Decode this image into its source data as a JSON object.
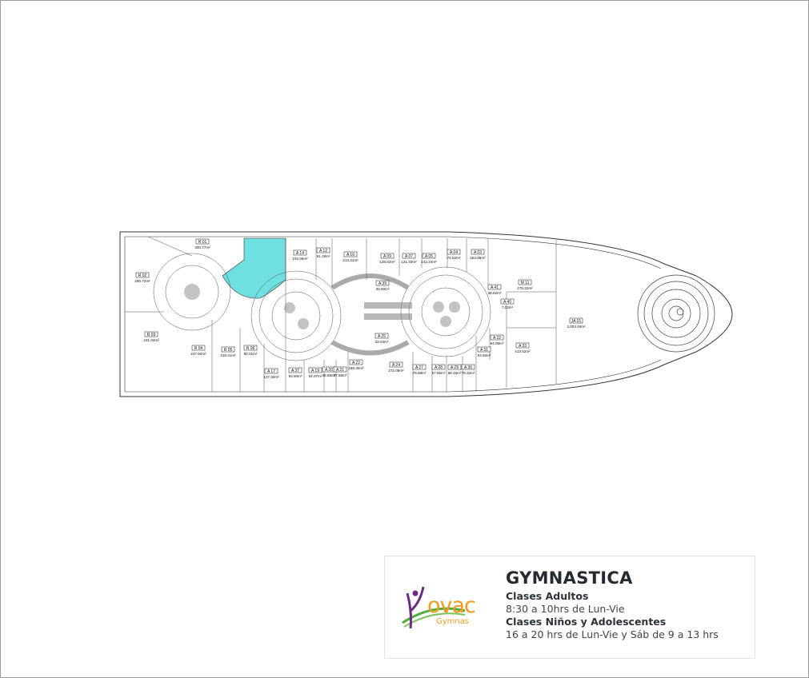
{
  "map": {
    "highlight_color": "#6fdfe0",
    "units": [
      {
        "id": "R 01",
        "area": "300.77m²"
      },
      {
        "id": "R 02",
        "area": "280.72m²"
      },
      {
        "id": "R 03",
        "area": "431.34m²"
      },
      {
        "id": "R 04",
        "area": "247.50m²"
      },
      {
        "id": "R 05",
        "area": "318.41m²"
      },
      {
        "id": "R 06",
        "area": "80.01m²"
      },
      {
        "id": "A 14",
        "area": "102.06m²"
      },
      {
        "id": "A 12",
        "area": "91.18m²"
      },
      {
        "id": "A 10",
        "area": "213.31m²"
      },
      {
        "id": "A 09",
        "area": "138.52m²"
      },
      {
        "id": "A 07",
        "area": "121.33m²"
      },
      {
        "id": "A 05",
        "area": "142.24m²"
      },
      {
        "id": "A 04",
        "area": "74.52m²"
      },
      {
        "id": "A 03",
        "area": "153.89m²"
      },
      {
        "id": "A 39",
        "area": "33.60m²"
      },
      {
        "id": "A 41",
        "area": "38.52m²"
      },
      {
        "id": "M 11",
        "area": "275.22m²"
      },
      {
        "id": "A 40",
        "area": "7.03m²"
      },
      {
        "id": "A 25",
        "area": "33.04m²"
      },
      {
        "id": "A 32",
        "area": "64.08m²"
      },
      {
        "id": "A 33",
        "area": "413.42m²"
      },
      {
        "id": "A 31",
        "area": "53.56m²"
      },
      {
        "id": "JA 01",
        "area": "3,003.46m²"
      },
      {
        "id": "A 17",
        "area": "127.20m²"
      },
      {
        "id": "A 37",
        "area": "53.60m²"
      },
      {
        "id": "A 19",
        "area": "54.07m²"
      },
      {
        "id": "A 20",
        "area": "46.86m²"
      },
      {
        "id": "A 21",
        "area": "57.55m²"
      },
      {
        "id": "A 22",
        "area": "188.30m²"
      },
      {
        "id": "A 24",
        "area": "272.09m²"
      },
      {
        "id": "A 27",
        "area": "79.68m²"
      },
      {
        "id": "A 28",
        "area": "57.55m²"
      },
      {
        "id": "A 29",
        "area": "98.15m²"
      },
      {
        "id": "A 30",
        "area": "78.32m²"
      }
    ]
  },
  "card": {
    "logo_text": "ovac",
    "logo_subtext": "Gymnas",
    "title": "GYMNASTICA",
    "heading1": "Clases Adultos",
    "schedule1": "8:30 a 10hrs de Lun-Vie",
    "heading2": "Clases Niños y Adolescentes",
    "schedule2": "16 a 20 hrs de Lun-Vie y Sáb de 9 a 13 hrs"
  }
}
